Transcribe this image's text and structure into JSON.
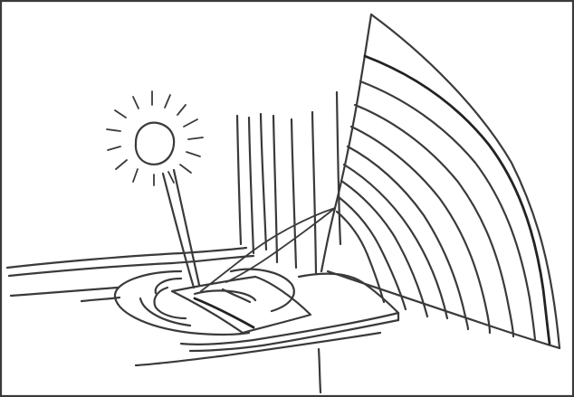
{
  "drawing": {
    "style": "hand-drawn sketch",
    "ink_color": "#3a3a3a",
    "background_color": "#ffffff",
    "elements": [
      "sun",
      "light-beam",
      "room-corner",
      "wall-waves",
      "floor-disc",
      "floor-mat",
      "stand-leg"
    ]
  }
}
